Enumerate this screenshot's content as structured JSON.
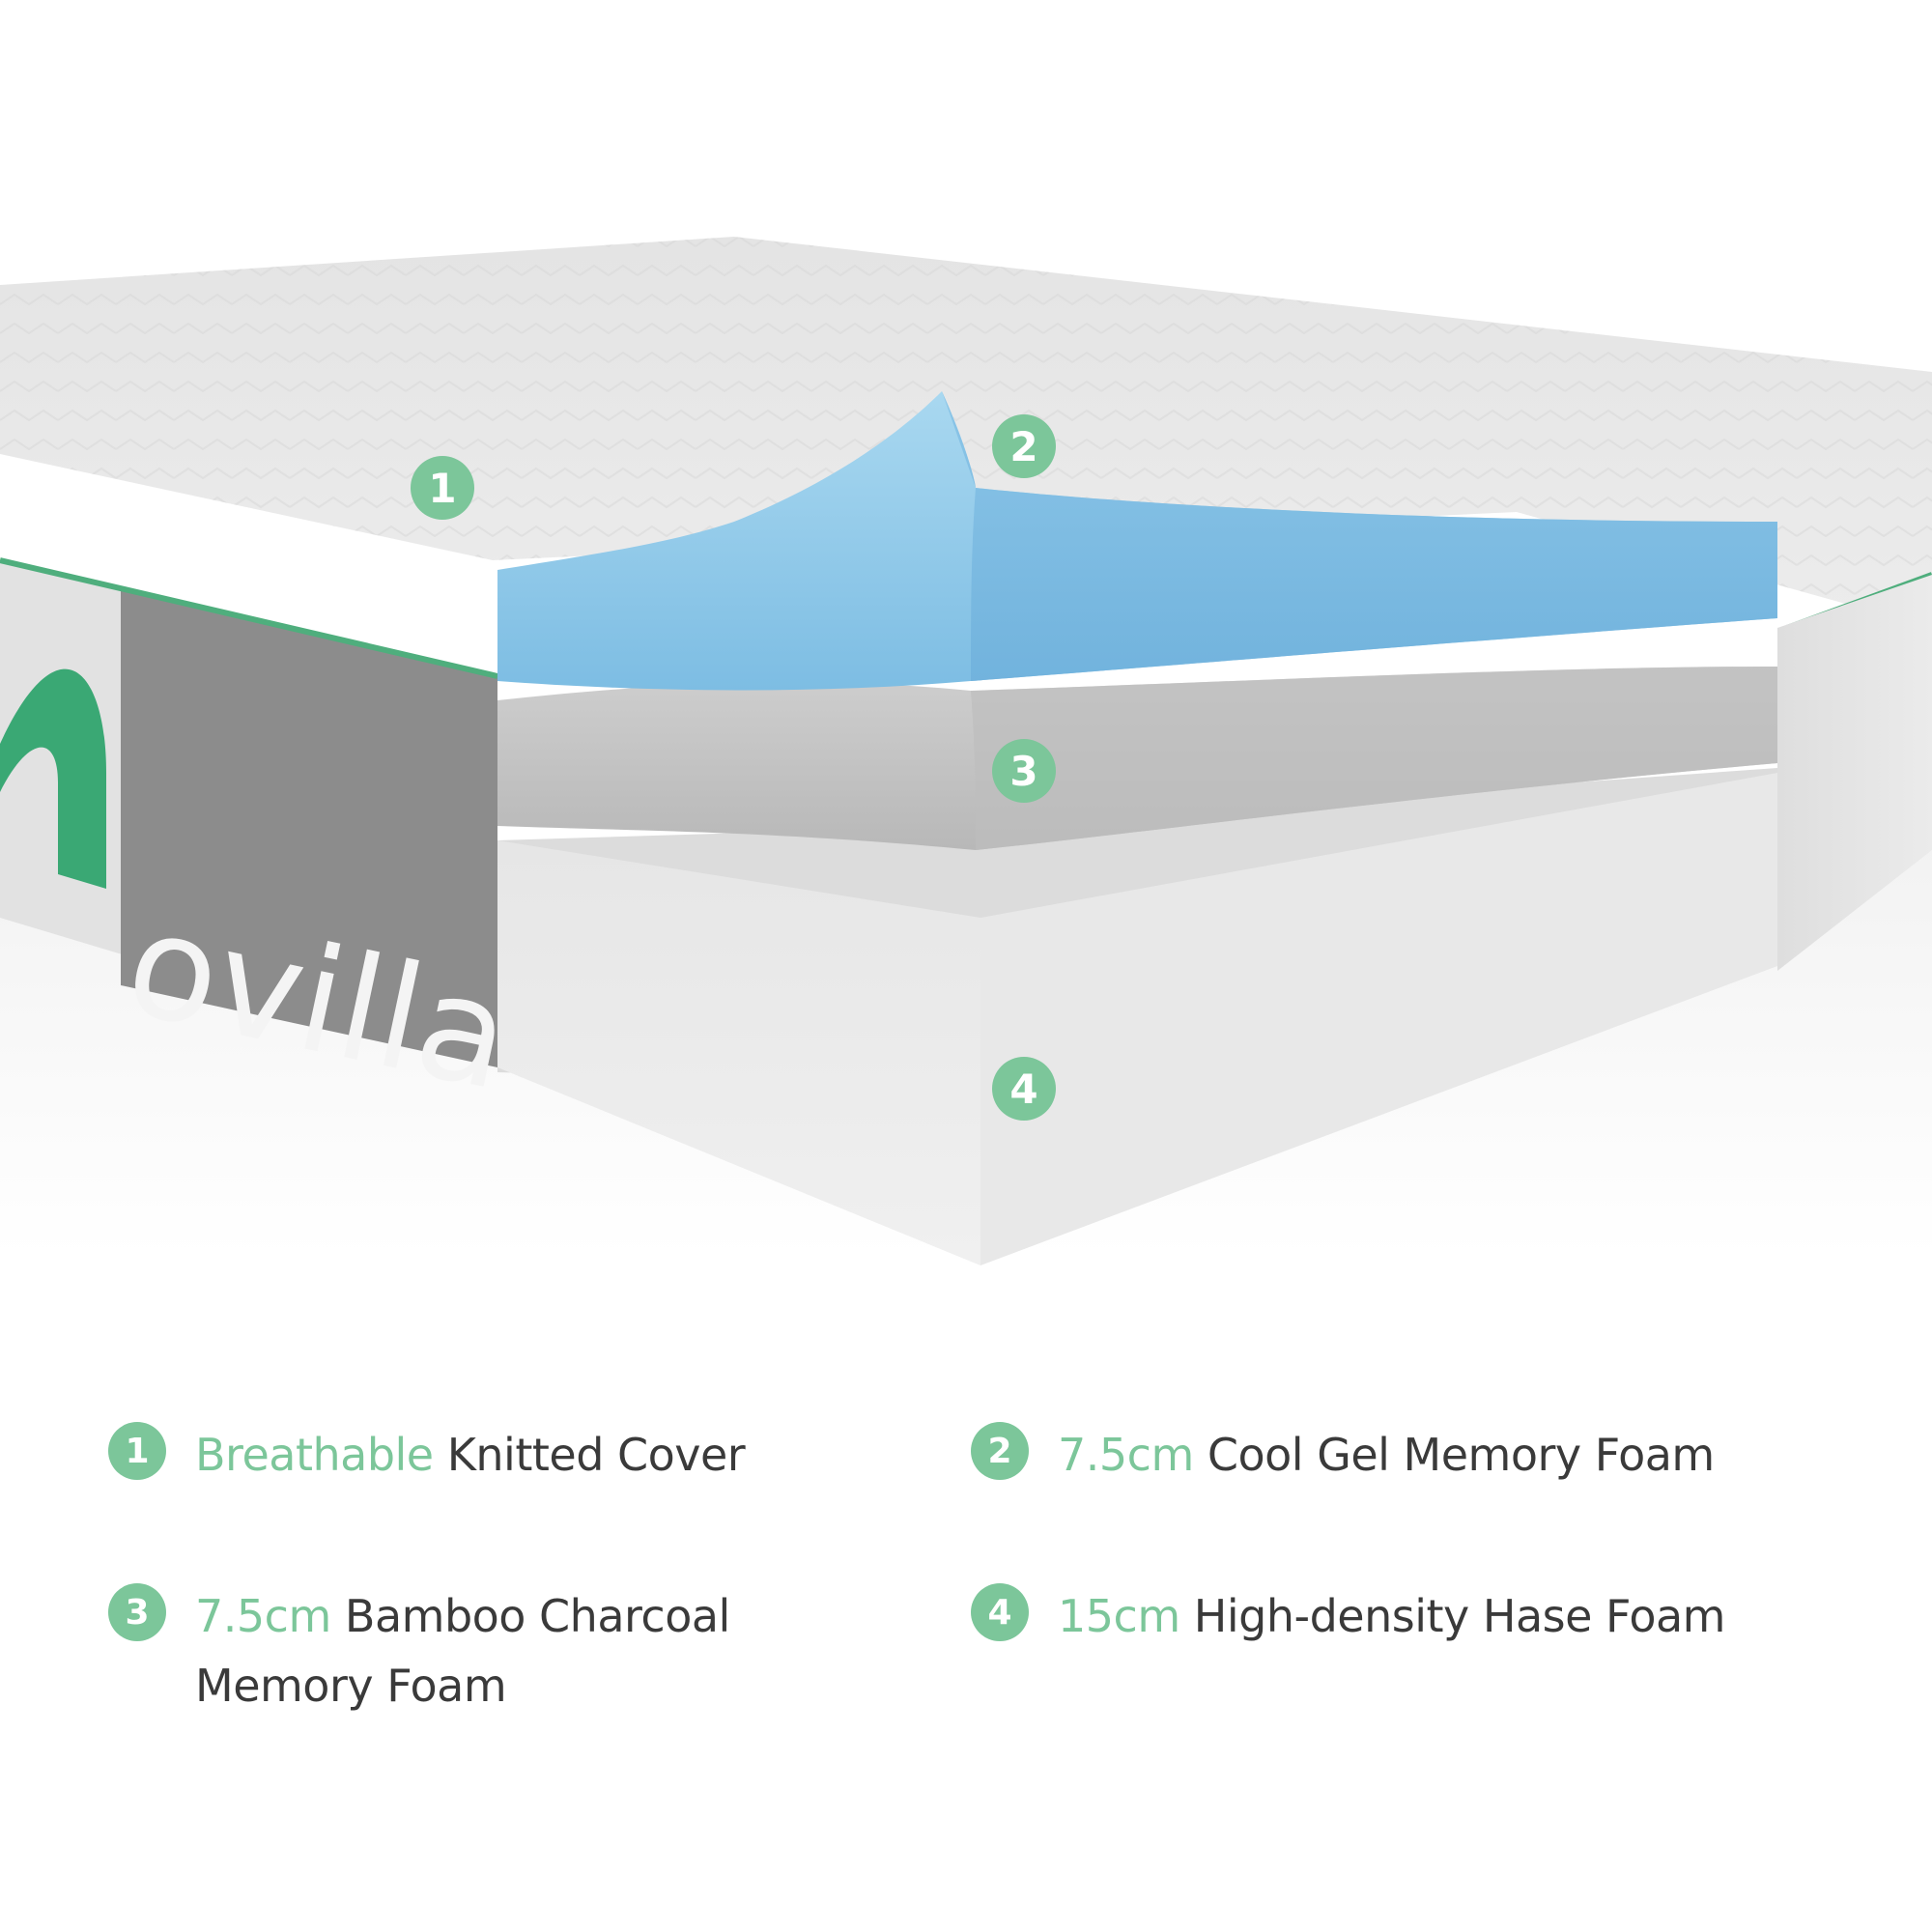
{
  "brand": {
    "wordmark": "ovilla",
    "accent_color": "#7cc69a",
    "text_color": "#3a3a3a",
    "layer_colors": {
      "cover": "#e6e6e6",
      "gel_foam": "#8ec7e6",
      "charcoal_foam": "#c4c4c4",
      "base_foam": "#e2e2e2"
    }
  },
  "markers": [
    {
      "num": "1"
    },
    {
      "num": "2"
    },
    {
      "num": "3"
    },
    {
      "num": "4"
    }
  ],
  "legend": [
    {
      "num": "1",
      "highlight": "Breathable",
      "rest": " Knitted Cover"
    },
    {
      "num": "2",
      "highlight": "7.5cm",
      "rest": " Cool Gel Memory Foam"
    },
    {
      "num": "3",
      "highlight": "7.5cm",
      "rest": " Bamboo Charcoal Memory Foam"
    },
    {
      "num": "4",
      "highlight": "15cm",
      "rest": " High-density Hase Foam"
    }
  ]
}
